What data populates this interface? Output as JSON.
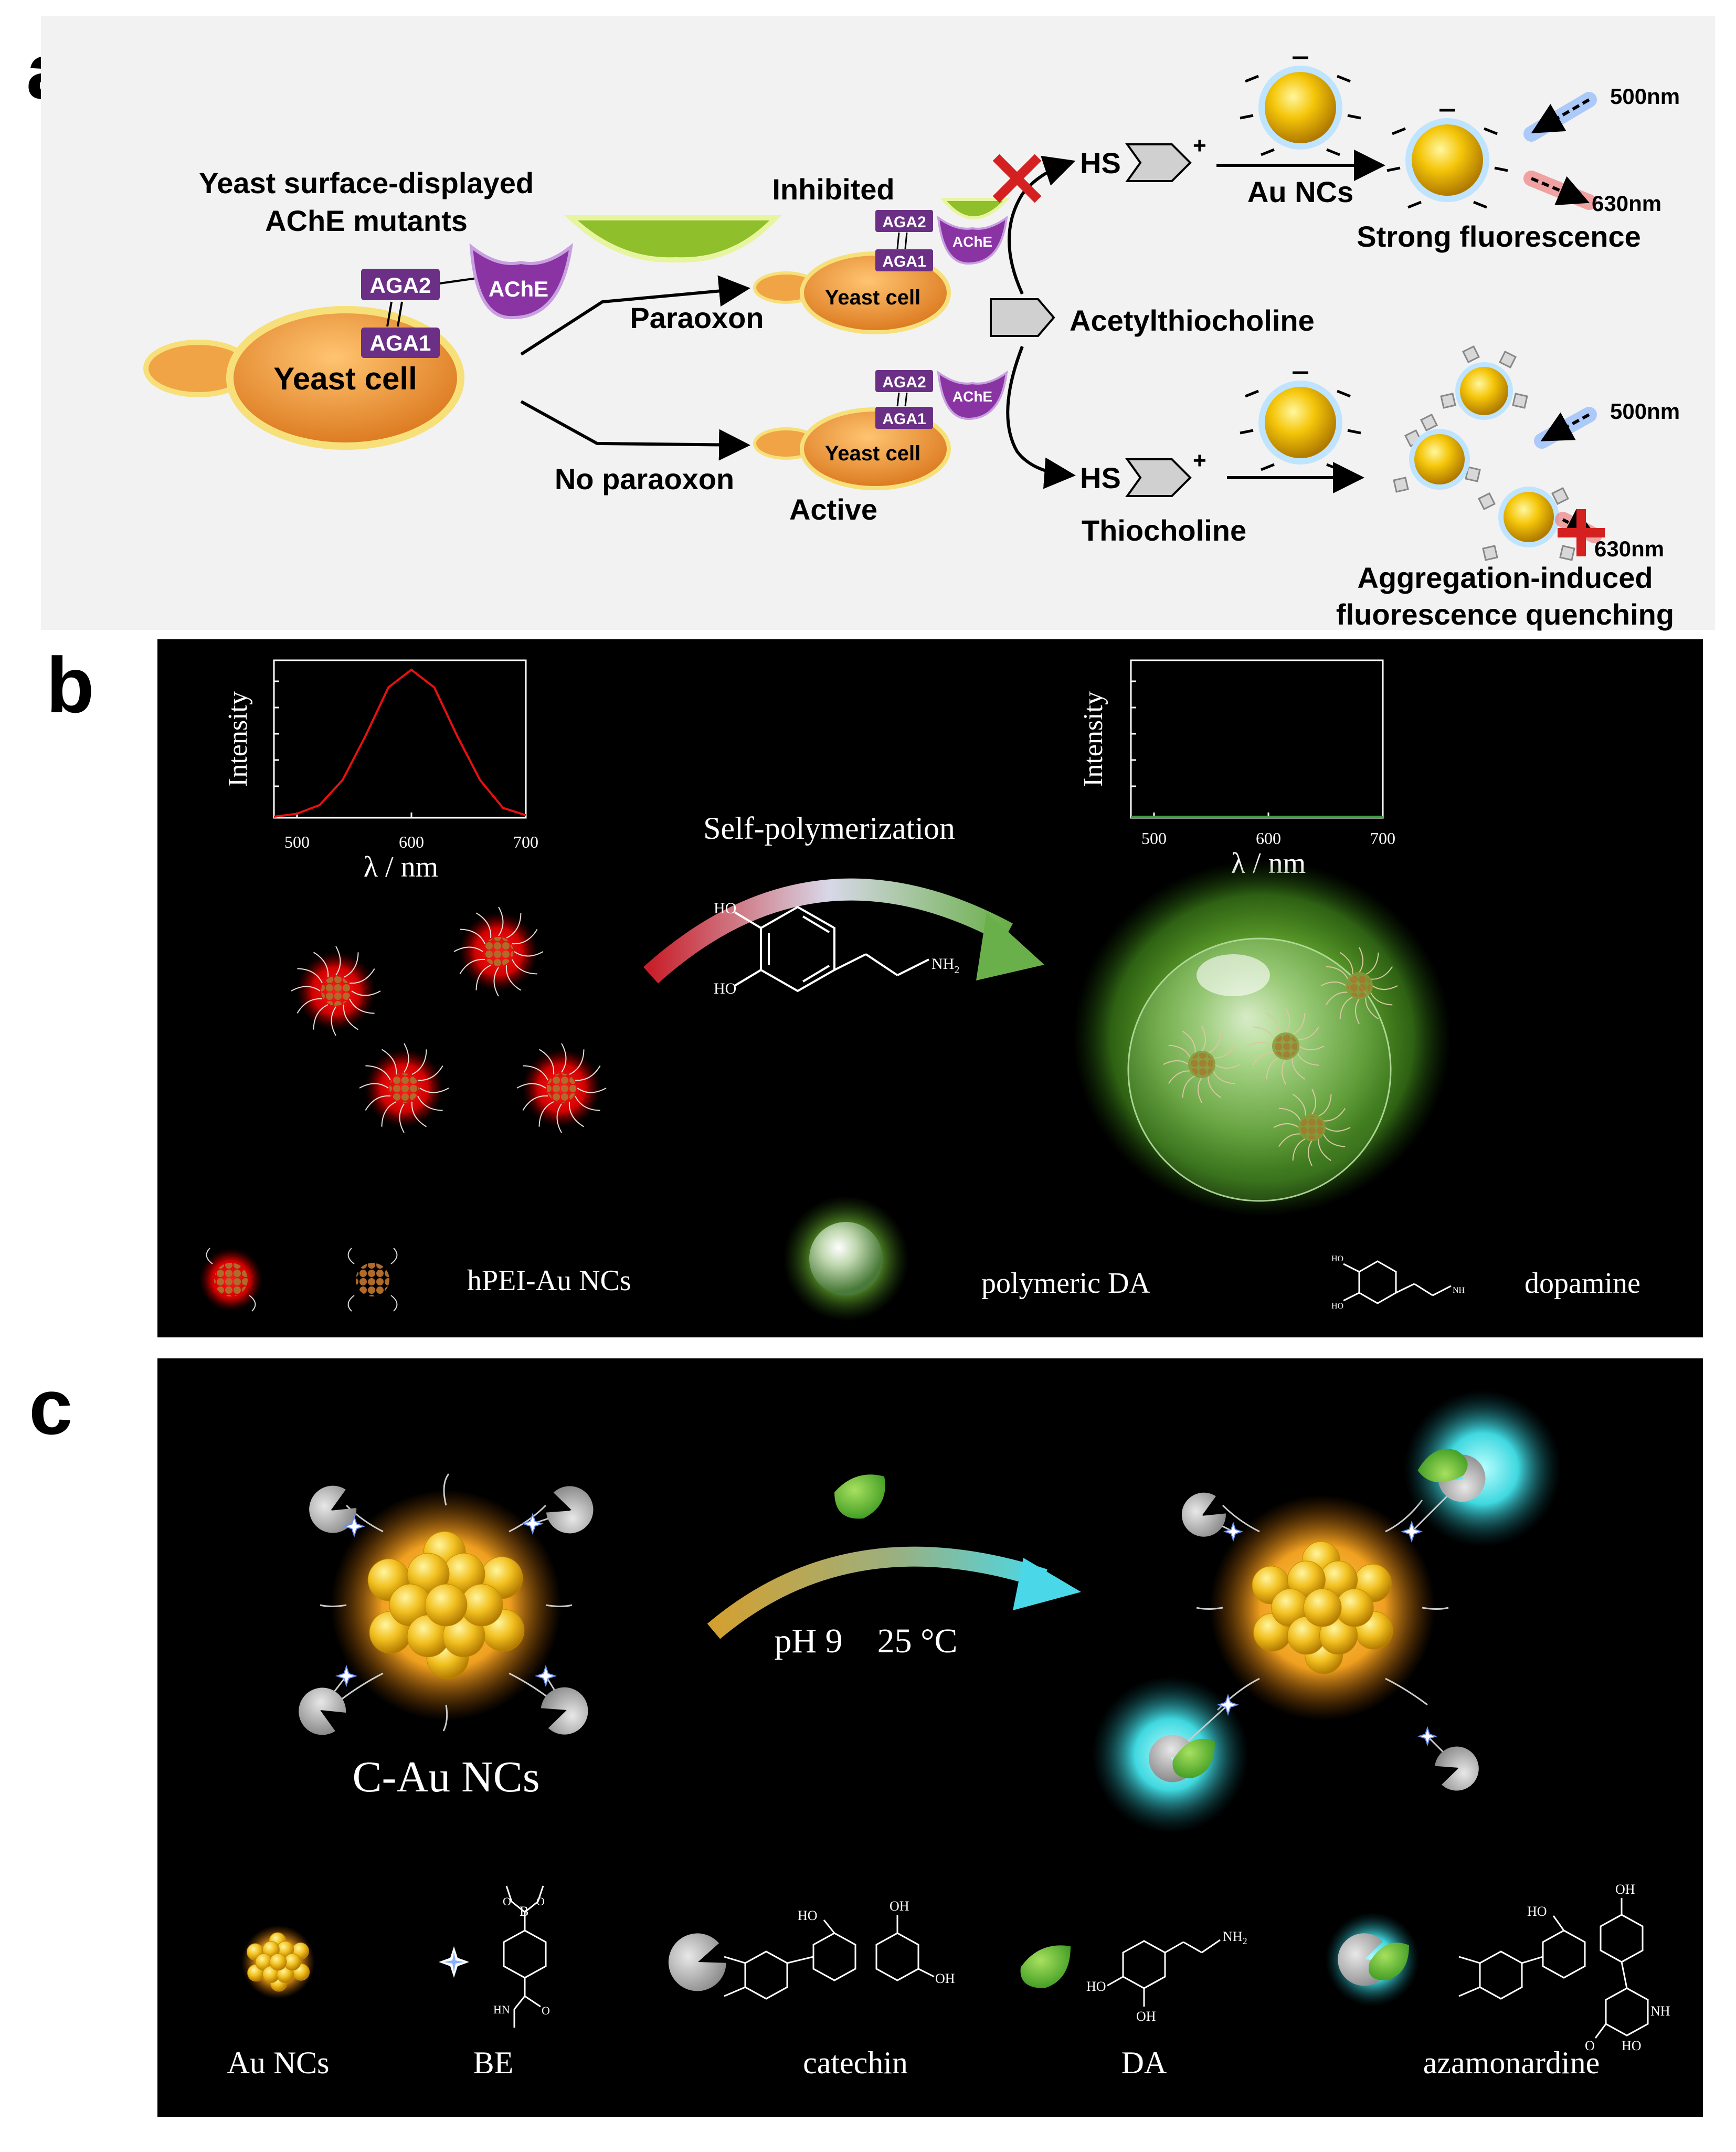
{
  "panel_a": {
    "letter": "a",
    "yeast_title_line1": "Yeast surface-displayed",
    "yeast_title_line2": "AChE mutants",
    "aga2": "AGA2",
    "aga1": "AGA1",
    "ache": "AChE",
    "yeast_cell": "Yeast cell",
    "paraoxon": "Paraoxon",
    "no_paraoxon": "No paraoxon",
    "inhibited": "Inhibited",
    "active": "Active",
    "acetylthiocholine": "Acetylthiocholine",
    "thiocholine": "Thiocholine",
    "hs": "HS",
    "plus": "+",
    "au_ncs": "Au NCs",
    "nm500": "500nm",
    "nm630": "630nm",
    "strong_fluorescence": "Strong fluorescence",
    "aggregation_line1": "Aggregation-induced",
    "aggregation_line2": "fluorescence quenching"
  },
  "panel_b": {
    "letter": "b",
    "intensity": "Intensity",
    "xlabel": "λ / nm",
    "ticks": [
      "500",
      "600",
      "700"
    ],
    "self_polymerization": "Self-polymerization",
    "ho": "HO",
    "nh2": "NH",
    "nh2_sub": "2",
    "legend_hpei": "hPEI-Au NCs",
    "legend_polymeric": "polymeric DA",
    "legend_dopamine": "dopamine"
  },
  "panel_c": {
    "letter": "c",
    "conditions": "pH 9    25 °C",
    "c_au_ncs": "C-Au NCs",
    "legend_au_ncs": "Au NCs",
    "legend_be": "BE",
    "legend_catechin": "catechin",
    "legend_da": "DA",
    "legend_azamonardine": "azamonardine",
    "oh": "OH",
    "ho": "HO",
    "nh2": "NH",
    "nh2_sub": "2",
    "b_atom": "B",
    "o_atom": "O",
    "hn": "HN",
    "nh": "NH"
  },
  "colors": {
    "panel_a_bg": "#f2f2f2",
    "yeast": "#e8902a",
    "ache": "#7d2a92",
    "aga": "#6b2f86",
    "paraoxon": "#8fbf2a",
    "gold": "#f5c60a",
    "red_cross": "#d42020",
    "emission_red": "#e81010",
    "glow_green": "#6fc23a",
    "glow_cyan": "#4de8e8",
    "arrow_gold": "#d3a030"
  },
  "chart_data": [
    {
      "type": "line",
      "title": "",
      "xlabel": "λ / nm",
      "ylabel": "Intensity",
      "xlim": [
        480,
        700
      ],
      "xticks": [
        500,
        600,
        700
      ],
      "series": [
        {
          "x": [
            480,
            500,
            520,
            540,
            560,
            580,
            600,
            620,
            640,
            660,
            680,
            700
          ],
          "y": [
            0.0,
            0.02,
            0.08,
            0.25,
            0.55,
            0.88,
            1.0,
            0.88,
            0.55,
            0.25,
            0.06,
            0.01
          ]
        }
      ],
      "color": "#e81010"
    },
    {
      "type": "line",
      "title": "",
      "xlabel": "λ / nm",
      "ylabel": "Intensity",
      "xlim": [
        480,
        700
      ],
      "xticks": [
        500,
        600,
        700
      ],
      "series": [
        {
          "x": [
            480,
            700
          ],
          "y": [
            0.0,
            0.0
          ]
        }
      ],
      "color": "#3fa040"
    }
  ]
}
